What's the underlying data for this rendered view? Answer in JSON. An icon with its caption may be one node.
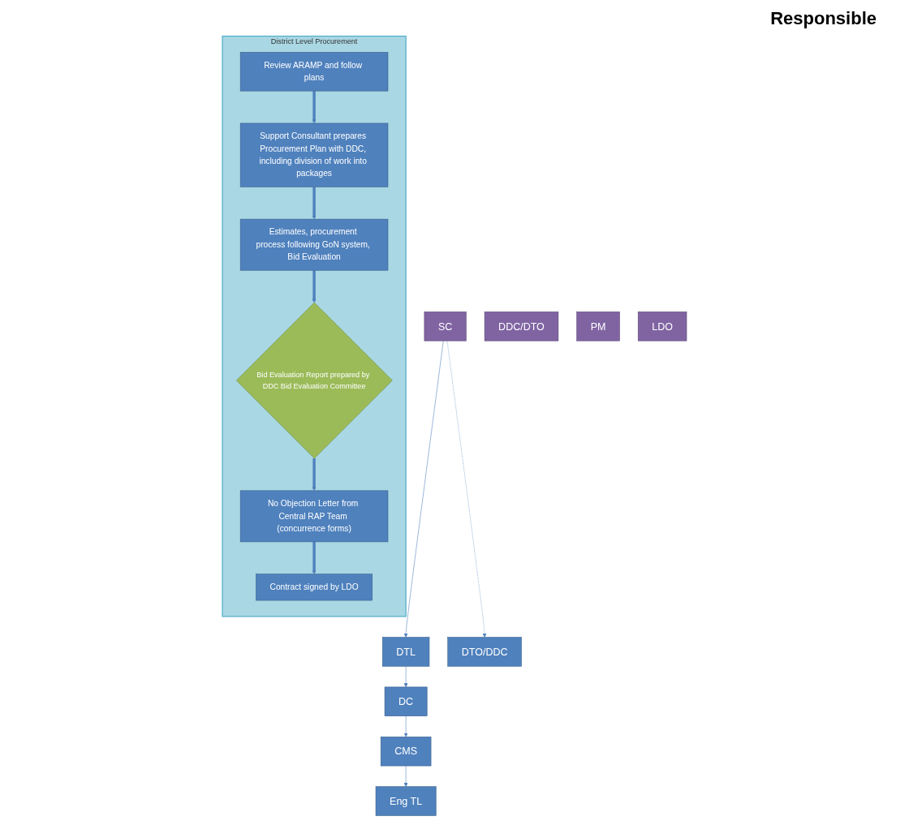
{
  "diagram": {
    "nodes": [
      {
        "text": [
          "District Level Procurement"
        ]
      },
      {
        "text": [
          "Review ARAMP and follow plans"
        ],
        "in": 0
      },
      {
        "text": [
          "Support Consultant prepares Procurement Plan with DDC, including division of work into packages"
        ],
        "in": 0
      },
      {
        "text": [
          "Estimates, procurement process following GoN system, Bid Evaluation"
        ],
        "in": 0
      },
      {
        "text": [
          "Bid Evaluation Report prepared by DDC Bid Evaluation Committee"
        ],
        "in": 0
      },
      {
        "text": [
          "No Objection Letter from Central RAP Team (concurrence forms)"
        ],
        "in": 0
      },
      {
        "text": [
          "Contract signed by LDO"
        ],
        "in": 0
      },
      {
        "text": [
          "Eng TL"
        ]
      },
      {
        "text": [
          "CMS"
        ]
      },
      {
        "text": [
          "DC"
        ]
      },
      {
        "text": [
          "DTL"
        ]
      },
      {
        "text": [
          "DTO/DDC"
        ]
      },
      {
        "text": [
          "SC"
        ]
      },
      {
        "text": [
          "DDC/DTO"
        ]
      },
      {
        "text": [
          "PM"
        ]
      },
      {
        "text": [
          "LDO"
        ]
      }
    ],
    "edges": [
      {
        "from": 1,
        "to": 2,
        "arrow": "to",
        "style": "thick"
      },
      {
        "from": 2,
        "to": 3,
        "arrow": "to",
        "style": "thick"
      },
      {
        "from": 3,
        "to": 4,
        "arrow": "to",
        "style": "thick"
      },
      {
        "from": 4,
        "to": 5,
        "arrow": "to",
        "style": "thick"
      },
      {
        "from": 5,
        "to": 6,
        "arrow": "to",
        "style": "thick"
      },
      {
        "from": 12,
        "to": 11,
        "arrow": "to",
        "style": "dashed"
      },
      {
        "from": 12,
        "to": 10,
        "arrow": "to"
      },
      {
        "from": 10,
        "to": 9,
        "arrow": "to"
      },
      {
        "from": 9,
        "to": 8,
        "arrow": "to"
      },
      {
        "from": 8,
        "to": 7,
        "arrow": "to"
      }
    ],
    "labels": [
      "Responsible"
    ]
  }
}
